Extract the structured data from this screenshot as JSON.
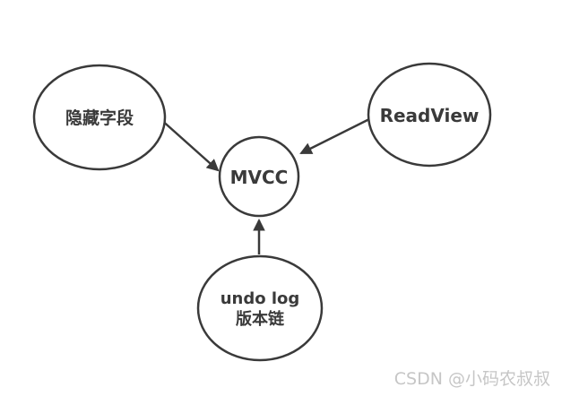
{
  "diagram": {
    "stroke_color": "#3a3a3a",
    "node_fill_color": "#ffffff",
    "nodes": {
      "hidden_fields": {
        "label": "隐藏字段"
      },
      "readview": {
        "label": "ReadView"
      },
      "mvcc": {
        "label": "MVCC"
      },
      "undo_log": {
        "label_line1": "undo log",
        "label_line2": "版本链"
      }
    },
    "edges": [
      {
        "from": "隐藏字段",
        "to": "MVCC"
      },
      {
        "from": "ReadView",
        "to": "MVCC"
      },
      {
        "from": "undo log 版本链",
        "to": "MVCC"
      }
    ]
  },
  "watermark": {
    "text": "CSDN @小码农叔叔",
    "color": "#c6c6c6"
  }
}
